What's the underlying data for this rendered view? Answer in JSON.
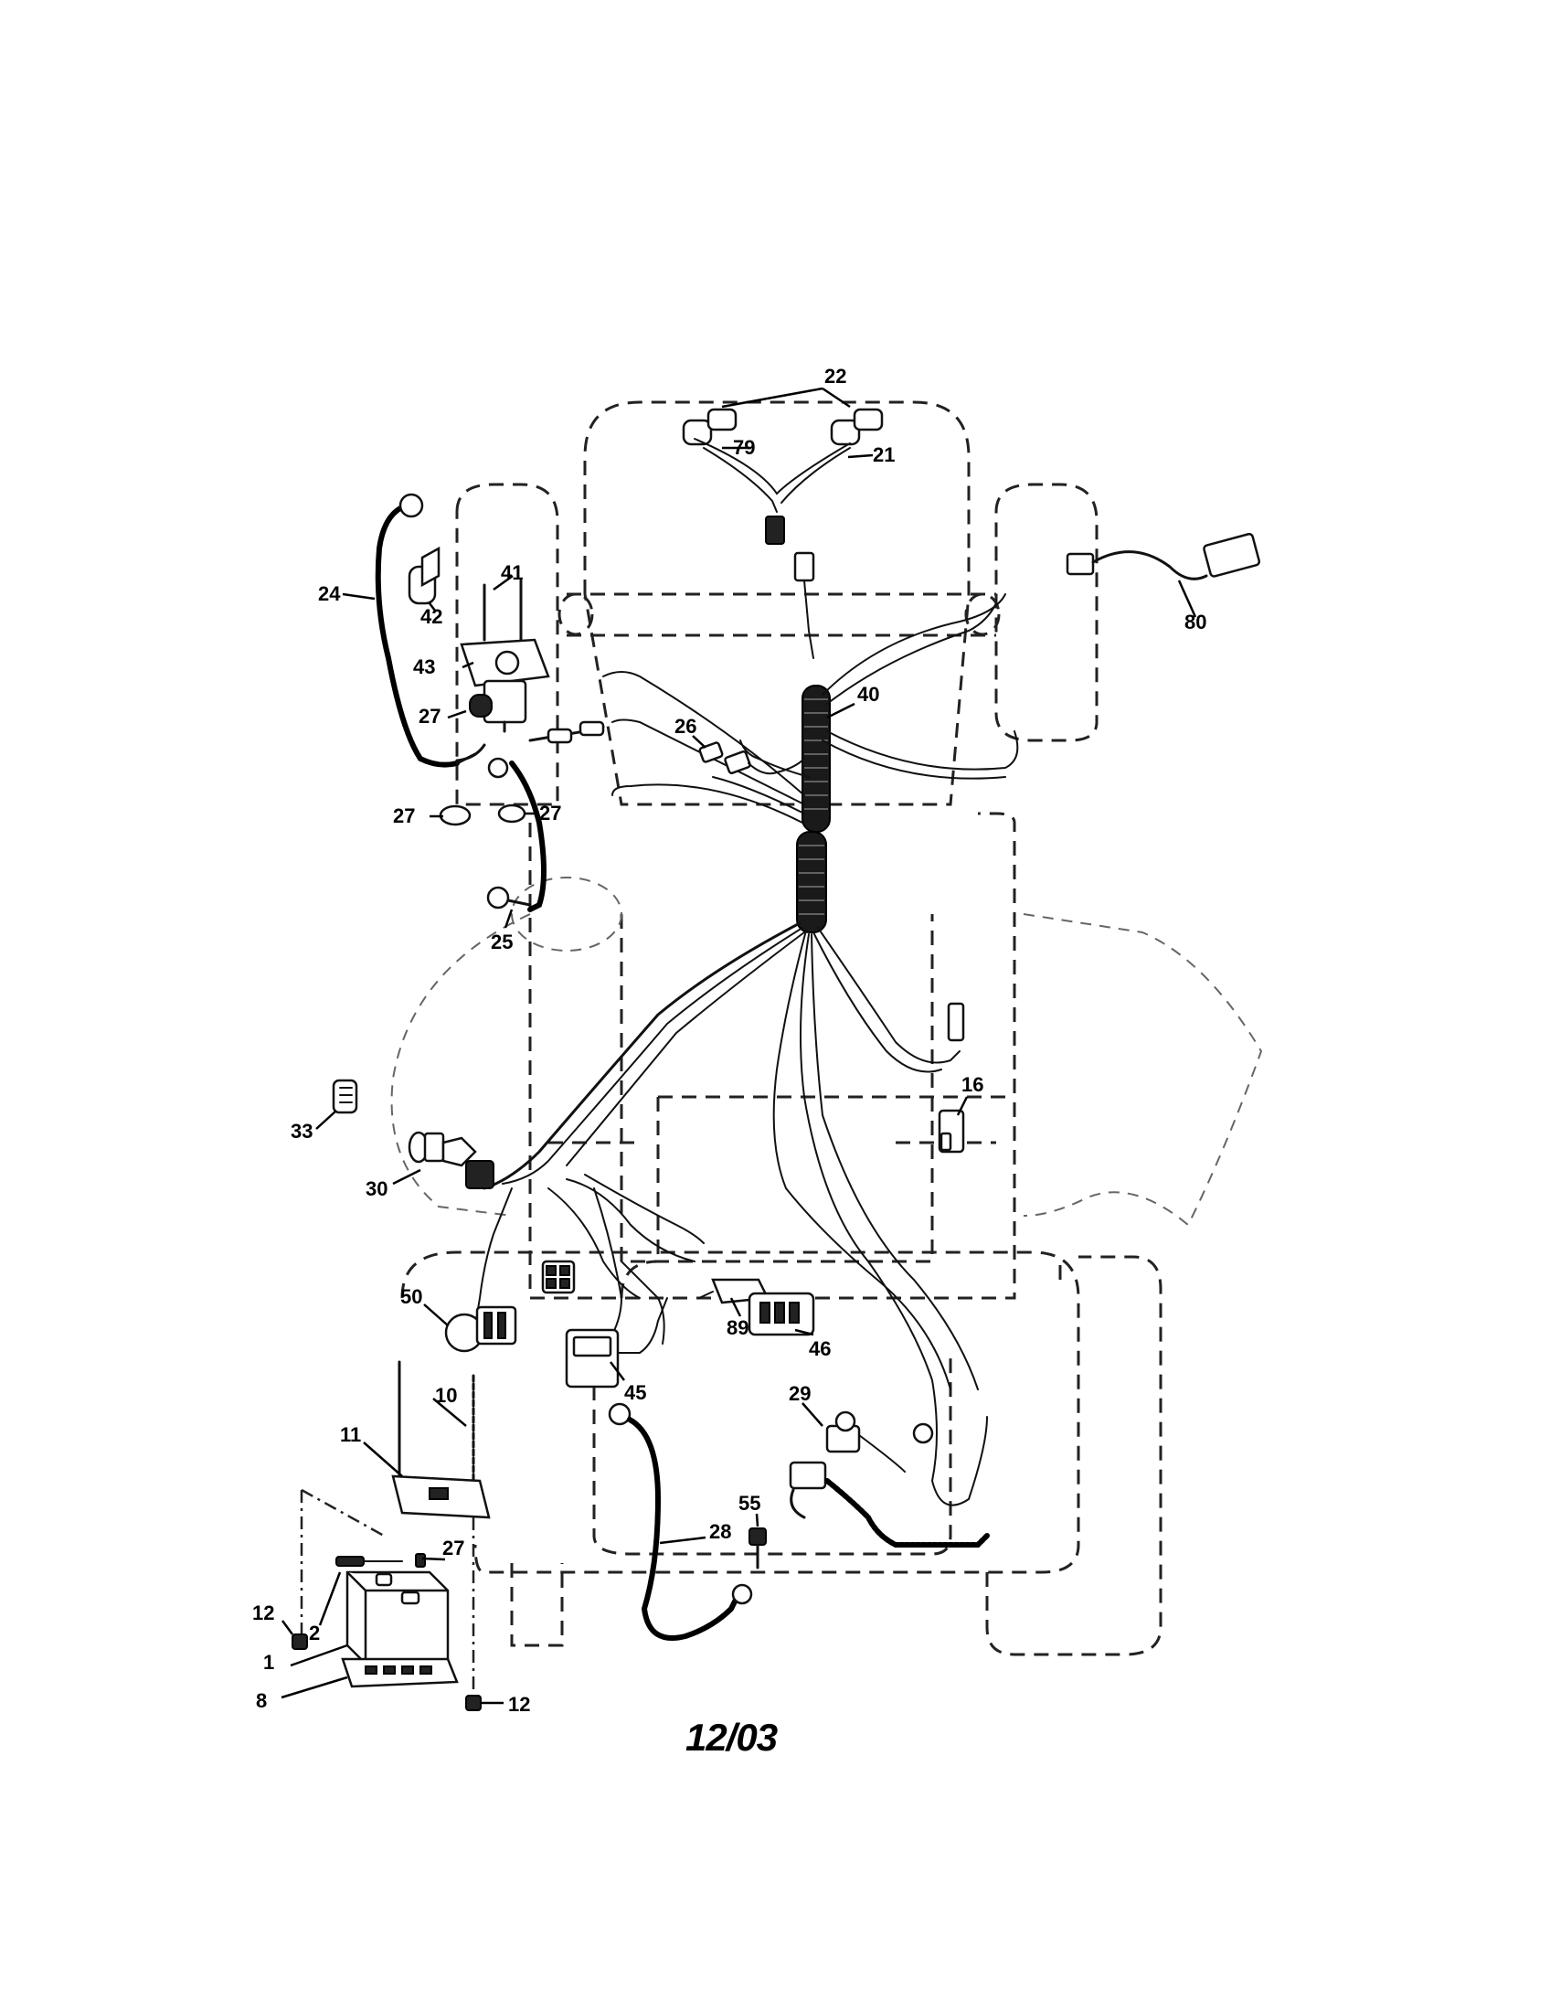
{
  "callouts": {
    "c22": "22",
    "c79": "79",
    "c21": "21",
    "c80": "80",
    "c24": "24",
    "c41": "41",
    "c42": "42",
    "c43": "43",
    "c27a": "27",
    "c27b": "27",
    "c27c": "27",
    "c27d": "27",
    "c26": "26",
    "c40": "40",
    "c25": "25",
    "c16": "16",
    "c33": "33",
    "c30": "30",
    "c50": "50",
    "c10": "10",
    "c11": "11",
    "c89": "89",
    "c46": "46",
    "c45": "45",
    "c29": "29",
    "c55": "55",
    "c28": "28",
    "c12a": "12",
    "c12b": "12",
    "c2": "2",
    "c1": "1",
    "c8": "8"
  },
  "date_stamp": "12/03"
}
